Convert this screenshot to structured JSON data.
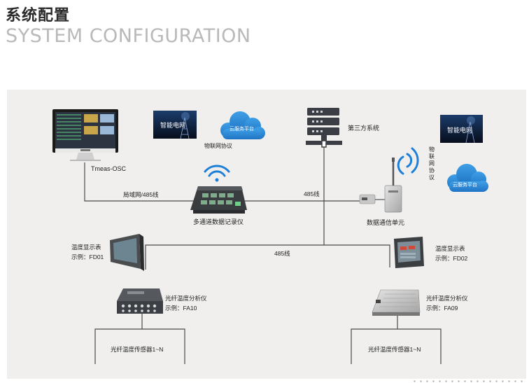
{
  "header": {
    "title_cn": "系统配置",
    "title_en": "SYSTEM CONFIGURATION"
  },
  "diagram": {
    "nodes": {
      "monitor": {
        "label": "Tmeas-OSC",
        "icon": "monitor-icon"
      },
      "smart_grid_left": {
        "label": "智能电网"
      },
      "cloud_left": {
        "label": "云服务平台"
      },
      "iot_left": {
        "label": "物联网协议"
      },
      "server": {
        "label": "第三方系统",
        "icon": "server-icon"
      },
      "smart_grid_right": {
        "label": "智能电网"
      },
      "iot_right": {
        "label": "物联网协议"
      },
      "cloud_right": {
        "label": "云服务平台"
      },
      "recorder": {
        "label": "多通道数据记录仪"
      },
      "comm_unit": {
        "label": "数据通信单元"
      },
      "display_left": {
        "label": "温度显示表",
        "example": "示例：FD01"
      },
      "display_right": {
        "label": "温度显示表",
        "example": "示例：FD02"
      },
      "analyzer_left": {
        "label": "光纤温度分析仪",
        "example": "示例：FA10"
      },
      "analyzer_right": {
        "label": "光纤温度分析仪",
        "example": "示例：FA09"
      },
      "sensor_left": {
        "label": "光纤温度传感器1~N"
      },
      "sensor_right": {
        "label": "光纤温度传感器1~N"
      }
    },
    "links": {
      "lan": "局域网/485线",
      "line_right": "485线",
      "line_bus": "485线"
    },
    "colors": {
      "panel": "#f0efee",
      "line": "#4a4a4a",
      "cloud": "#2f8bd6",
      "wifi": "#1e7fd8",
      "device_dark": "#3a3d40"
    }
  }
}
